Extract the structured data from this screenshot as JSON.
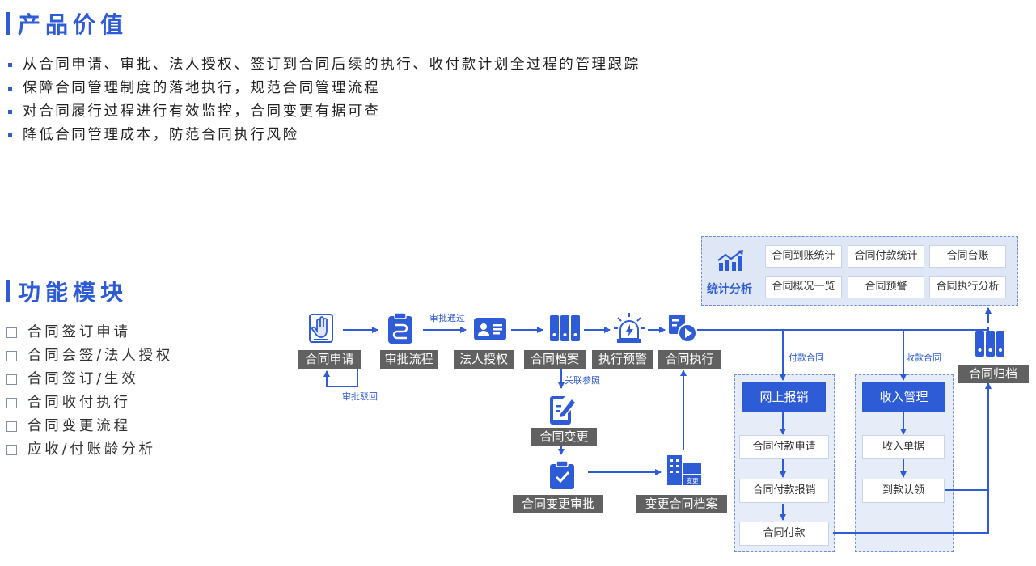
{
  "sections": {
    "value_title": "产品价值",
    "function_title": "功能模块"
  },
  "value_items": [
    "从合同申请、审批、法人授权、签订到合同后续的执行、收付款计划全过程的管理跟踪",
    "保障合同管理制度的落地执行，规范合同管理流程",
    "对合同履行过程进行有效监控，合同变更有据可查",
    "降低合同管理成本，防范合同执行风险"
  ],
  "function_items": [
    "合同签订申请",
    "合同会签/法人授权",
    "合同签订/生效",
    "合同收付执行",
    "合同变更流程",
    "应收/付账龄分析"
  ],
  "flow": {
    "apply": "合同申请",
    "approve": "审批流程",
    "authorize": "法人授权",
    "archive": "合同档案",
    "warning": "执行预警",
    "execute": "合同执行",
    "change": "合同变更",
    "change_approve": "合同变更审批",
    "change_archive": "变更合同档案",
    "final_archive": "合同归档",
    "change_badge": "变更"
  },
  "edge_labels": {
    "approved": "审批通过",
    "rejected": "审批驳回",
    "reference": "关联参照",
    "pay_contract": "付款合同",
    "receive_contract": "收款合同"
  },
  "stats": {
    "title": "统计分析",
    "cells": [
      "合同到账统计",
      "合同付款统计",
      "合同台账",
      "合同概况一览",
      "合同预警",
      "合同执行分析"
    ]
  },
  "payment": {
    "head": "网上报销",
    "steps": [
      "合同付款申请",
      "合同付款报销",
      "合同付款"
    ]
  },
  "income": {
    "head": "收入管理",
    "steps": [
      "收入单据",
      "到款认领"
    ]
  },
  "colors": {
    "accent": "#2e5bd6",
    "label_bg": "#616161",
    "panel_bg": "#dfe6f5"
  }
}
